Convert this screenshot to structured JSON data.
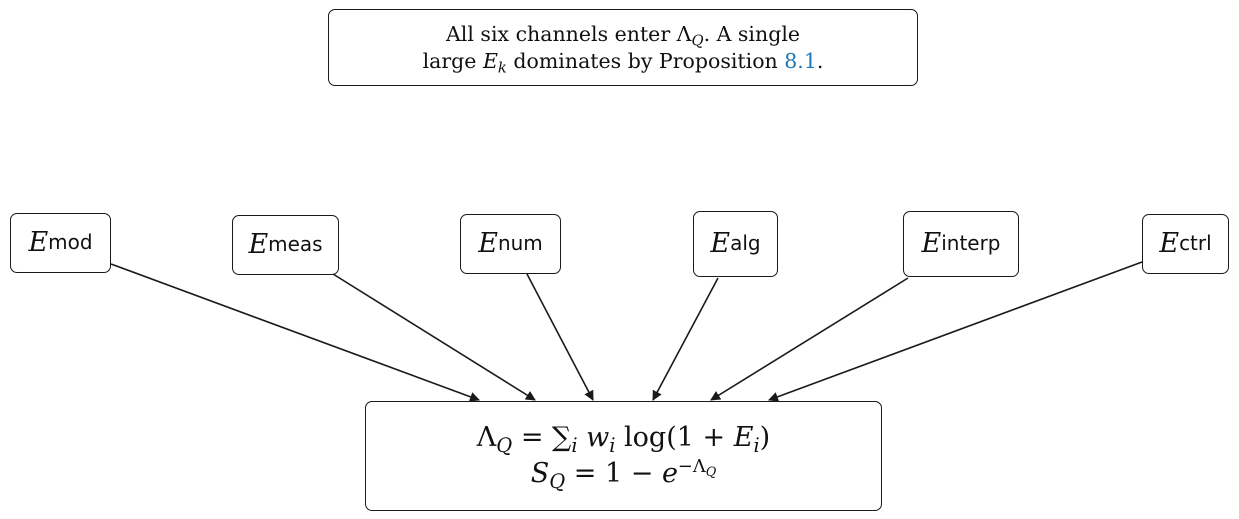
{
  "note": {
    "line1": "All six channels enter",
    "line1_symbol": "Λ",
    "line1_symbol_sub": "Q",
    "line1_tail": ". A single",
    "line2_head": "large",
    "line2_symbol": "E",
    "line2_symbol_sub": "k",
    "line2_mid": "dominates by Proposition",
    "line2_ref": "8.1",
    "line2_end": "."
  },
  "channels": [
    {
      "symbol": "E",
      "sub": "mod"
    },
    {
      "symbol": "E",
      "sub": "meas"
    },
    {
      "symbol": "E",
      "sub": "num"
    },
    {
      "symbol": "E",
      "sub": "alg"
    },
    {
      "symbol": "E",
      "sub": "interp"
    },
    {
      "symbol": "E",
      "sub": "ctrl"
    }
  ],
  "formula": {
    "line1": {
      "lambda": "Λ",
      "lambda_sub": "Q",
      "eq": " = ",
      "sum": "∑",
      "sum_sub": "i",
      "w": " w",
      "w_sub": "i",
      "log": " log(1 + ",
      "E": "E",
      "E_sub": "i",
      "close": ")"
    },
    "line2": {
      "S": "S",
      "S_sub": "Q",
      "eq": " = 1 − ",
      "e": "e",
      "exp": "−Λ",
      "exp_sub": "Q"
    }
  },
  "colors": {
    "link": "#1f77b4",
    "stroke": "#1a1a1a"
  }
}
